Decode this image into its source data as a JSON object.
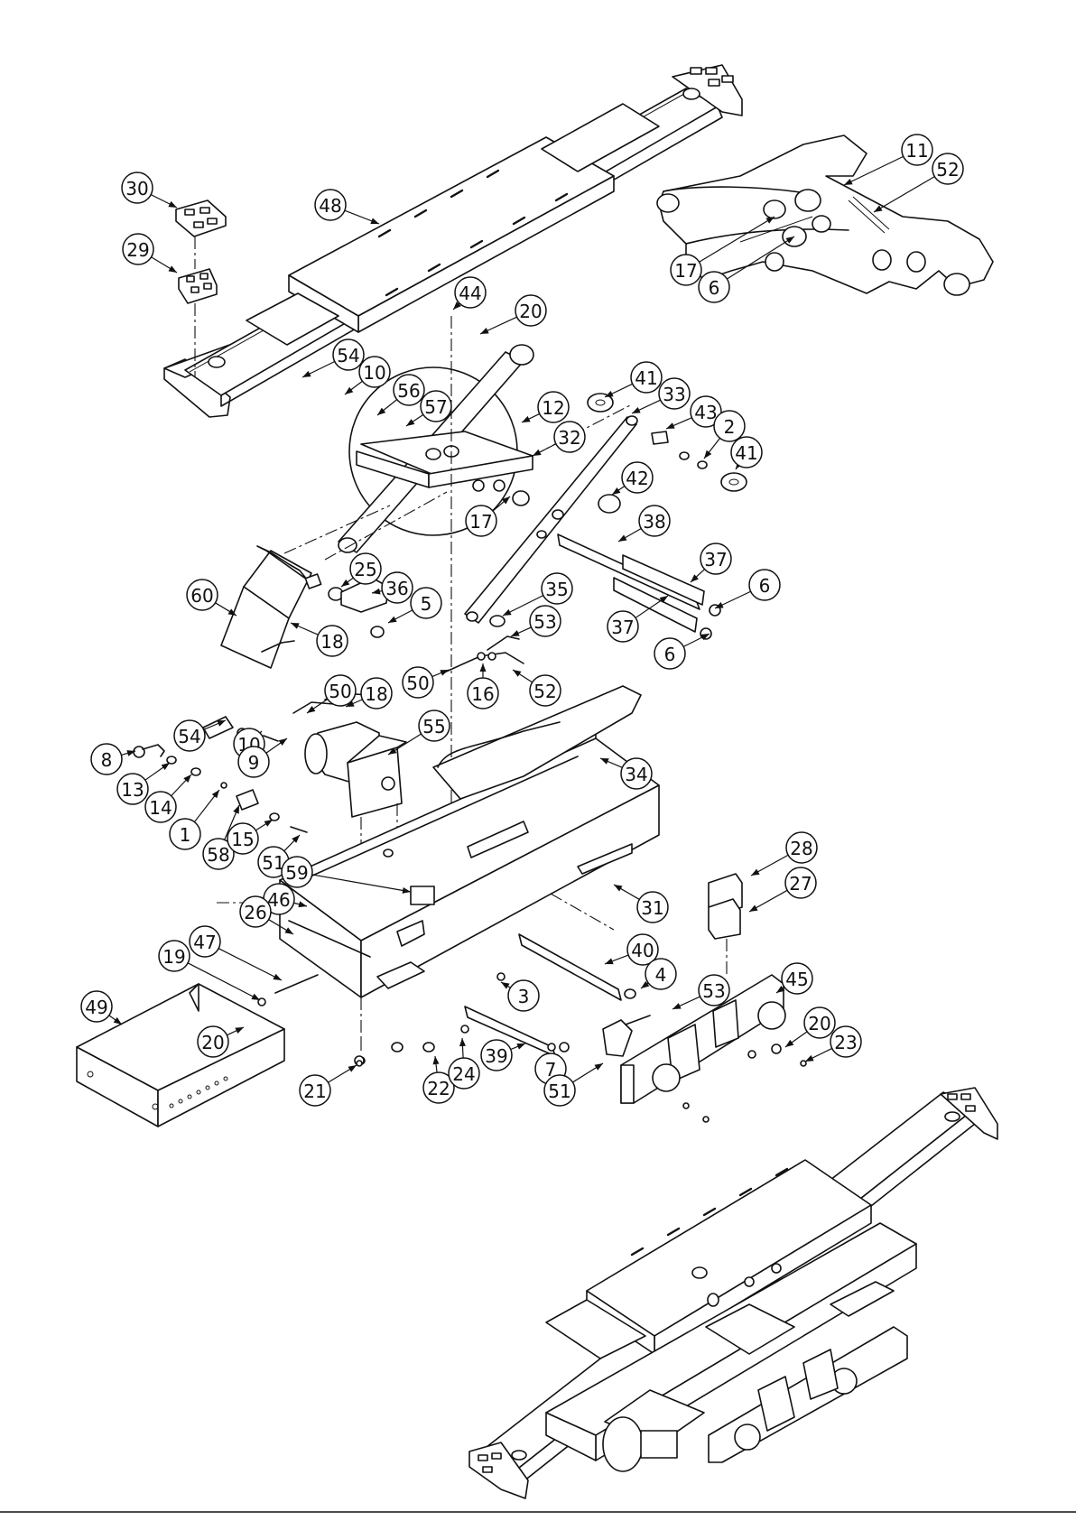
{
  "drawing": {
    "type": "exploded parts diagram",
    "views": [
      "exploded assembly",
      "detail view (upper right)",
      "assembled view (lower right)"
    ]
  },
  "callouts": [
    {
      "label": "30"
    },
    {
      "label": "29"
    },
    {
      "label": "48"
    },
    {
      "label": "44"
    },
    {
      "label": "20"
    },
    {
      "label": "11"
    },
    {
      "label": "52"
    },
    {
      "label": "17"
    },
    {
      "label": "6"
    },
    {
      "label": "54"
    },
    {
      "label": "10"
    },
    {
      "label": "56"
    },
    {
      "label": "57"
    },
    {
      "label": "12"
    },
    {
      "label": "41"
    },
    {
      "label": "33"
    },
    {
      "label": "43"
    },
    {
      "label": "2"
    },
    {
      "label": "41"
    },
    {
      "label": "32"
    },
    {
      "label": "42"
    },
    {
      "label": "17"
    },
    {
      "label": "38"
    },
    {
      "label": "37"
    },
    {
      "label": "6"
    },
    {
      "label": "37"
    },
    {
      "label": "6"
    },
    {
      "label": "25"
    },
    {
      "label": "36"
    },
    {
      "label": "5"
    },
    {
      "label": "60"
    },
    {
      "label": "18"
    },
    {
      "label": "35"
    },
    {
      "label": "53"
    },
    {
      "label": "50"
    },
    {
      "label": "16"
    },
    {
      "label": "52"
    },
    {
      "label": "50"
    },
    {
      "label": "18"
    },
    {
      "label": "55"
    },
    {
      "label": "54"
    },
    {
      "label": "10"
    },
    {
      "label": "9"
    },
    {
      "label": "8"
    },
    {
      "label": "13"
    },
    {
      "label": "14"
    },
    {
      "label": "1"
    },
    {
      "label": "58"
    },
    {
      "label": "15"
    },
    {
      "label": "51"
    },
    {
      "label": "34"
    },
    {
      "label": "59"
    },
    {
      "label": "46"
    },
    {
      "label": "26"
    },
    {
      "label": "31"
    },
    {
      "label": "28"
    },
    {
      "label": "27"
    },
    {
      "label": "47"
    },
    {
      "label": "19"
    },
    {
      "label": "40"
    },
    {
      "label": "45"
    },
    {
      "label": "49"
    },
    {
      "label": "3"
    },
    {
      "label": "4"
    },
    {
      "label": "53"
    },
    {
      "label": "20"
    },
    {
      "label": "20"
    },
    {
      "label": "23"
    },
    {
      "label": "21"
    },
    {
      "label": "22"
    },
    {
      "label": "24"
    },
    {
      "label": "39"
    },
    {
      "label": "7"
    },
    {
      "label": "51"
    }
  ]
}
